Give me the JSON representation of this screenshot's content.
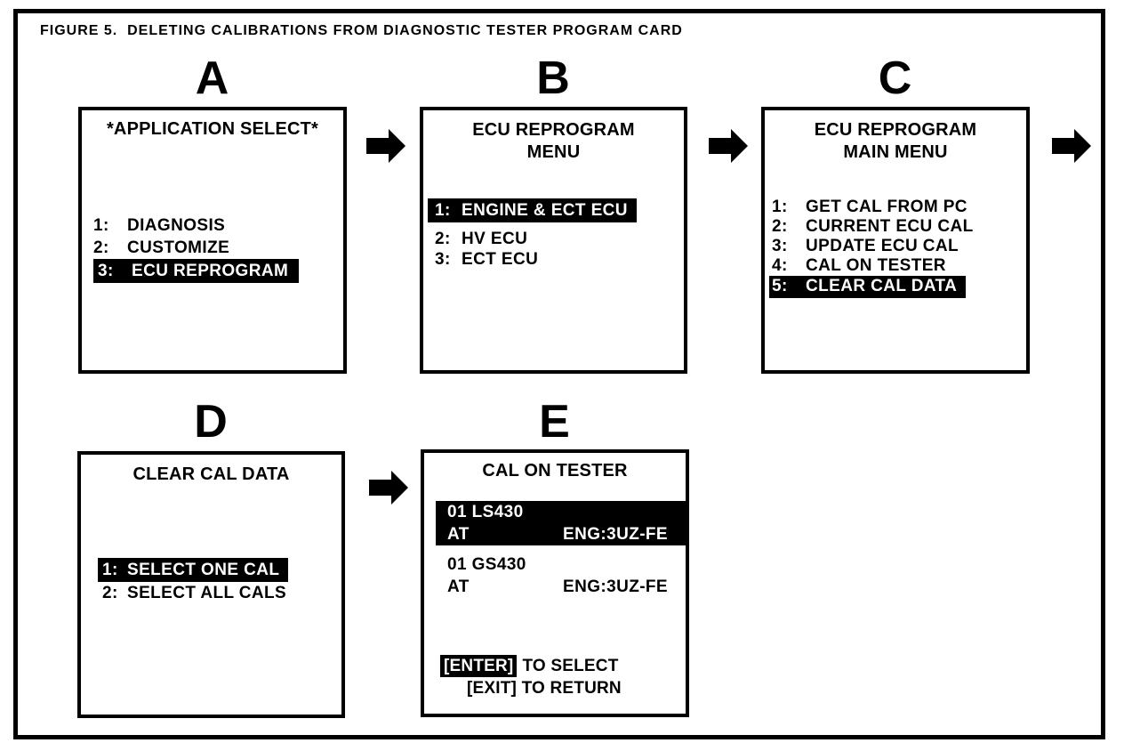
{
  "figure": {
    "title": "FIGURE 5.  DELETING CALIBRATIONS FROM DIAGNOSTIC TESTER PROGRAM CARD"
  },
  "palette": {
    "foreground": "#000000",
    "background": "#ffffff",
    "highlight_bg": "#000000",
    "highlight_text": "#ffffff"
  },
  "arrow_icon": "right-block-arrow",
  "screens": {
    "a": {
      "label": "A",
      "header": "*APPLICATION SELECT*",
      "items": [
        {
          "num": "1:",
          "label": "DIAGNOSIS",
          "highlighted": false
        },
        {
          "num": "2:",
          "label": "CUSTOMIZE",
          "highlighted": false
        },
        {
          "num": "3:",
          "label": "ECU REPROGRAM",
          "highlighted": true
        }
      ]
    },
    "b": {
      "label": "B",
      "header": "ECU REPROGRAM\nMENU",
      "items": [
        {
          "num": "1:",
          "label": "ENGINE & ECT ECU",
          "highlighted": true
        },
        {
          "num": "2:",
          "label": "HV ECU",
          "highlighted": false
        },
        {
          "num": "3:",
          "label": "ECT ECU",
          "highlighted": false
        }
      ]
    },
    "c": {
      "label": "C",
      "header": "ECU REPROGRAM\nMAIN MENU",
      "items": [
        {
          "num": "1:",
          "label": "GET CAL FROM PC",
          "highlighted": false
        },
        {
          "num": "2:",
          "label": "CURRENT ECU CAL",
          "highlighted": false
        },
        {
          "num": "3:",
          "label": "UPDATE ECU CAL",
          "highlighted": false
        },
        {
          "num": "4:",
          "label": "CAL ON TESTER",
          "highlighted": false
        },
        {
          "num": "5:",
          "label": "CLEAR CAL DATA",
          "highlighted": true
        }
      ]
    },
    "d": {
      "label": "D",
      "header": "CLEAR CAL DATA",
      "items": [
        {
          "num": "1:",
          "label": "SELECT ONE CAL",
          "highlighted": true
        },
        {
          "num": "2:",
          "label": "SELECT ALL CALS",
          "highlighted": false
        }
      ]
    },
    "e": {
      "label": "E",
      "header": "CAL ON TESTER",
      "entries": [
        {
          "line1": "01 LS430",
          "transmission": "AT",
          "engine": "ENG:3UZ-FE",
          "highlighted": true
        },
        {
          "line1": "01 GS430",
          "transmission": "AT",
          "engine": "ENG:3UZ-FE",
          "highlighted": false
        }
      ],
      "footer": {
        "enter_key": "[ENTER]",
        "enter_action": "TO SELECT",
        "exit_line": "[EXIT] TO RETURN"
      }
    }
  }
}
